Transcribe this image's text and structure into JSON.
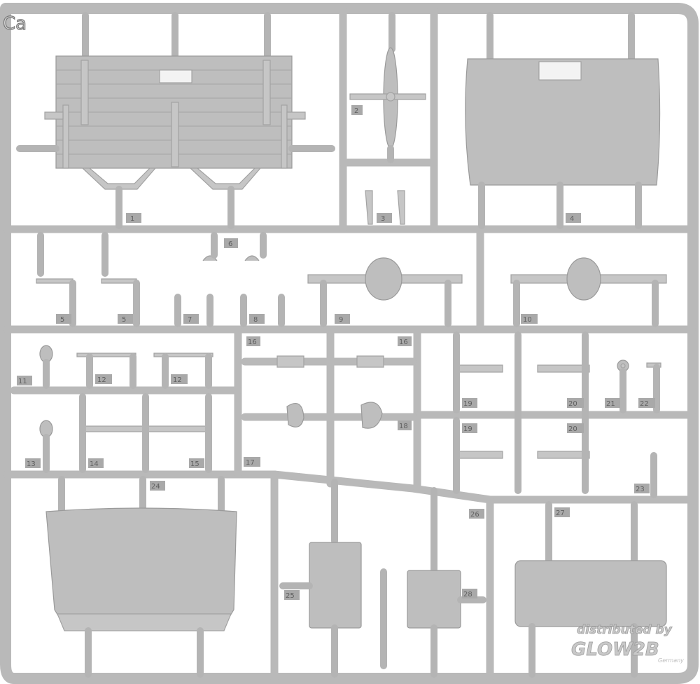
{
  "sprue": {
    "frame_label": "Ca",
    "part_numbers": {
      "p1": "1",
      "p2": "2",
      "p3": "3",
      "p4": "4",
      "p5a": "5",
      "p5b": "5",
      "p6": "6",
      "p7": "7",
      "p8": "8",
      "p9": "9",
      "p10": "10",
      "p11": "11",
      "p12a": "12",
      "p12b": "12",
      "p13": "13",
      "p14": "14",
      "p15": "15",
      "p16a": "16",
      "p16b": "16",
      "p17": "17",
      "p18": "18",
      "p19a": "19",
      "p19b": "19",
      "p20a": "20",
      "p20b": "20",
      "p21": "21",
      "p22": "22",
      "p23": "23",
      "p24": "24",
      "p25": "25",
      "p26": "26",
      "p27": "27",
      "p28": "28"
    }
  },
  "watermark": {
    "line1": "distributed by",
    "brand": "GLOW2B",
    "country": "Germany"
  }
}
